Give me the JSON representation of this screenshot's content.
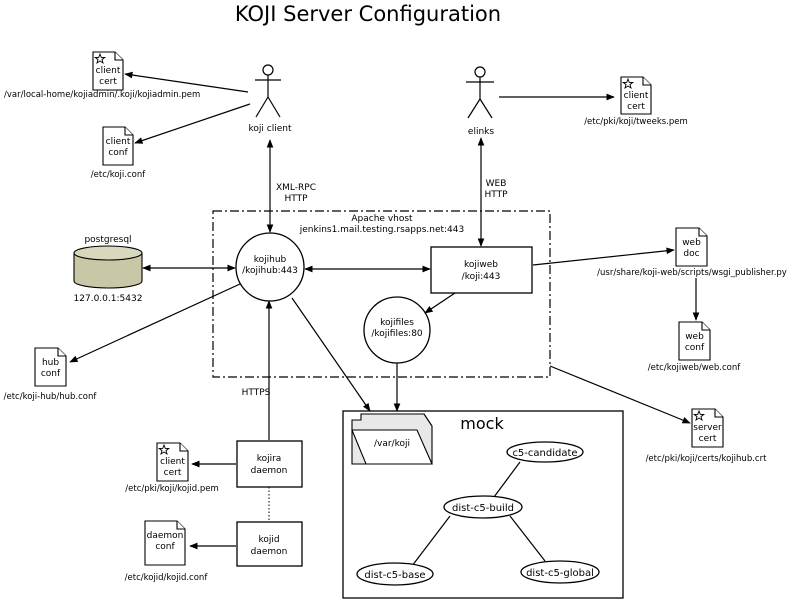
{
  "title": "KOJI Server Configuration",
  "actors": {
    "koji_client": "koji client",
    "elinks": "elinks"
  },
  "documents": {
    "client_cert_admin": {
      "label": [
        "client",
        "cert"
      ],
      "path": "/var/local-home/kojiadmin/.koji/kojiadmin.pem",
      "starred": true
    },
    "client_conf": {
      "label": [
        "client",
        "conf"
      ],
      "path": "/etc/koji.conf",
      "starred": false
    },
    "client_cert_tweeks": {
      "label": [
        "client",
        "cert"
      ],
      "path": "/etc/pki/koji/tweeks.pem",
      "starred": true
    },
    "hub_conf": {
      "label": [
        "hub",
        "conf"
      ],
      "path": "/etc/koji-hub/hub.conf",
      "starred": false
    },
    "web_doc": {
      "label": [
        "web",
        "doc"
      ],
      "path": "/usr/share/koji-web/scripts/wsgi_publisher.py",
      "starred": false
    },
    "web_conf": {
      "label": [
        "web",
        "conf"
      ],
      "path": "/etc/kojiweb/web.conf",
      "starred": false
    },
    "server_cert": {
      "label": [
        "server",
        "cert"
      ],
      "path": "/etc/pki/koji/certs/kojihub.crt",
      "starred": true
    },
    "client_cert_kojid": {
      "label": [
        "client",
        "cert"
      ],
      "path": "/etc/pki/koji/kojid.pem",
      "starred": true
    },
    "daemon_conf": {
      "label": [
        "daemon",
        "conf"
      ],
      "path": "/etc/kojid/kojid.conf",
      "starred": false
    }
  },
  "database": {
    "name": "postgresql",
    "address": "127.0.0.1:5432"
  },
  "vhost": {
    "label": "Apache vhost",
    "host": "jenkins1.mail.testing.rsapps.net:443"
  },
  "nodes": {
    "kojihub": [
      "kojihub",
      "/kojihub:443"
    ],
    "kojiweb": [
      "kojiweb",
      "/koji:443"
    ],
    "kojifiles": [
      "kojifiles",
      "/kojifiles:80"
    ],
    "kojira": [
      "kojira",
      "daemon"
    ],
    "kojid": [
      "kojid",
      "daemon"
    ]
  },
  "edge_labels": {
    "xmlrpc": [
      "XML-RPC",
      "HTTP"
    ],
    "web": [
      "WEB",
      "HTTP"
    ],
    "https": "HTTPS"
  },
  "folder": {
    "label": "/var/koji"
  },
  "mock": {
    "title": "mock",
    "candidate": "c5-candidate",
    "build": "dist-c5-build",
    "base": "dist-c5-base",
    "global": "dist-c5-global"
  }
}
